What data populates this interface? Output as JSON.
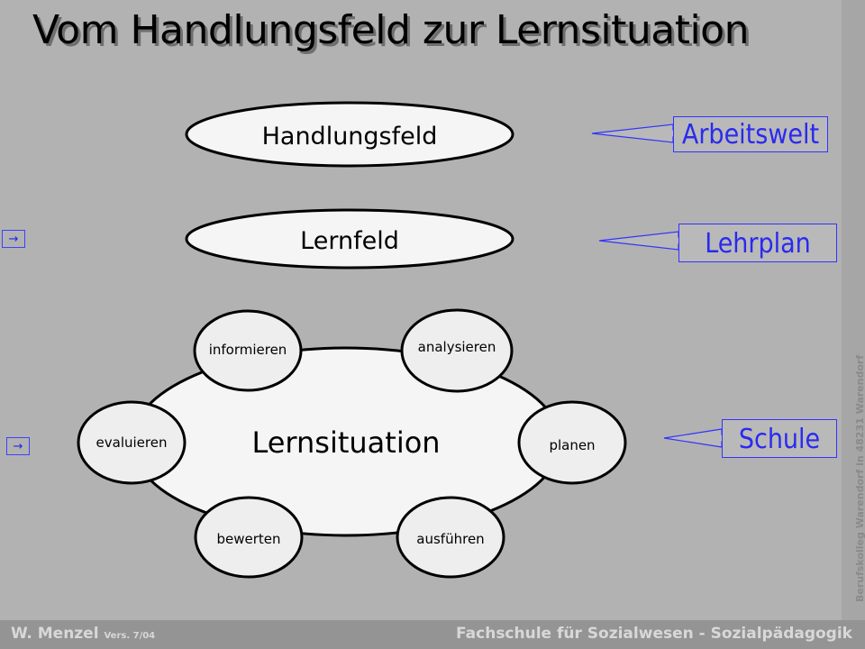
{
  "title": "Vom Handlungsfeld zur Lernsituation",
  "diagram": {
    "handlungsfeld": "Handlungsfeld",
    "lernfeld": "Lernfeld",
    "lernsituation": "Lernsituation",
    "phases": {
      "informieren": "informieren",
      "analysieren": "analysieren",
      "planen": "planen",
      "ausfuehren": "ausführen",
      "bewerten": "bewerten",
      "evaluieren": "evaluieren"
    }
  },
  "sources": {
    "arbeitswelt": "Arbeitswelt",
    "lehrplan": "Lehrplan",
    "schule": "Schule"
  },
  "nav": {
    "arrow_glyph": "→"
  },
  "sidebar_text": "Berufskolleg Warendorf in 48231 Warendorf",
  "footer": {
    "author": "W. Menzel",
    "version": "Vers. 7/04",
    "school": "Fachschule für Sozialwesen - Sozialpädagogik"
  },
  "colors": {
    "background": "#b2b2b2",
    "accent_blue": "#2a2af0",
    "ellipse_fill": "#f5f5f5"
  }
}
